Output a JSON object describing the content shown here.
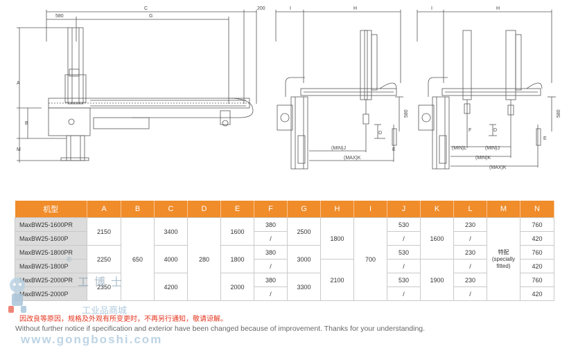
{
  "drawings": {
    "side_view": {
      "dims": {
        "C": "C",
        "200": "200",
        "580": "580",
        "G": "G",
        "A": "A",
        "B": "B",
        "M": "M"
      }
    },
    "front_view_1": {
      "dims": {
        "I": "I",
        "H": "H",
        "580": "580",
        "D": "D",
        "E": "E",
        "MIN_J": "(MIN)J",
        "MAX_K": "(MAX)K"
      }
    },
    "front_view_2": {
      "dims": {
        "I": "I",
        "H": "H",
        "580": "580",
        "F": "F",
        "D": "D",
        "E": "E",
        "MIN_L": "(MIN)L",
        "MIN_J": "(MIN)J",
        "MIN_K": "(MIN)K",
        "MAX_K": "(MAX)K"
      }
    }
  },
  "table": {
    "headers": [
      "机型",
      "A",
      "B",
      "C",
      "D",
      "E",
      "F",
      "G",
      "H",
      "I",
      "J",
      "K",
      "L",
      "M",
      "N"
    ],
    "models": [
      "MaxBW25-1600PR",
      "MaxBW25-1600P",
      "MaxBW25-1800PR",
      "MaxBW25-1800P",
      "MaxBW25-2000PR",
      "MaxBW25-2000P"
    ],
    "A": [
      "2150",
      "2250",
      "2350"
    ],
    "B": "650",
    "C": [
      "3400",
      "4000",
      "4200"
    ],
    "D": "280",
    "E": [
      "1600",
      "1800",
      "2000"
    ],
    "F": [
      "380",
      "/",
      "380",
      "/",
      "380",
      "/"
    ],
    "G": [
      "2500",
      "3000",
      "3300"
    ],
    "H": [
      "1800",
      "2100"
    ],
    "I": "700",
    "J": [
      "530",
      "/",
      "530",
      "/",
      "530",
      "/"
    ],
    "K": [
      "1600",
      "1900"
    ],
    "L": [
      "230",
      "/",
      "230",
      "/",
      "230",
      "/"
    ],
    "M": "特配\n(specially\nfitted)",
    "N": [
      "760",
      "420",
      "760",
      "420",
      "760",
      "420"
    ]
  },
  "notice": {
    "cn": "因改良等原因，规格及外观有所变更时，不再另行通知，敬请谅解。",
    "en": "Without further notice if specification and exterior have been changed because of improvement. Thanks for your understanding."
  },
  "watermark": {
    "site": "www.gongboshi.com",
    "name": "工业品商城",
    "chars": "工博士",
    "reg": "®"
  },
  "colors": {
    "header_bg": "#f08c2a",
    "model_bg": "#dcdcdc",
    "notice_cn": "#e5331c",
    "line": "#555555"
  }
}
